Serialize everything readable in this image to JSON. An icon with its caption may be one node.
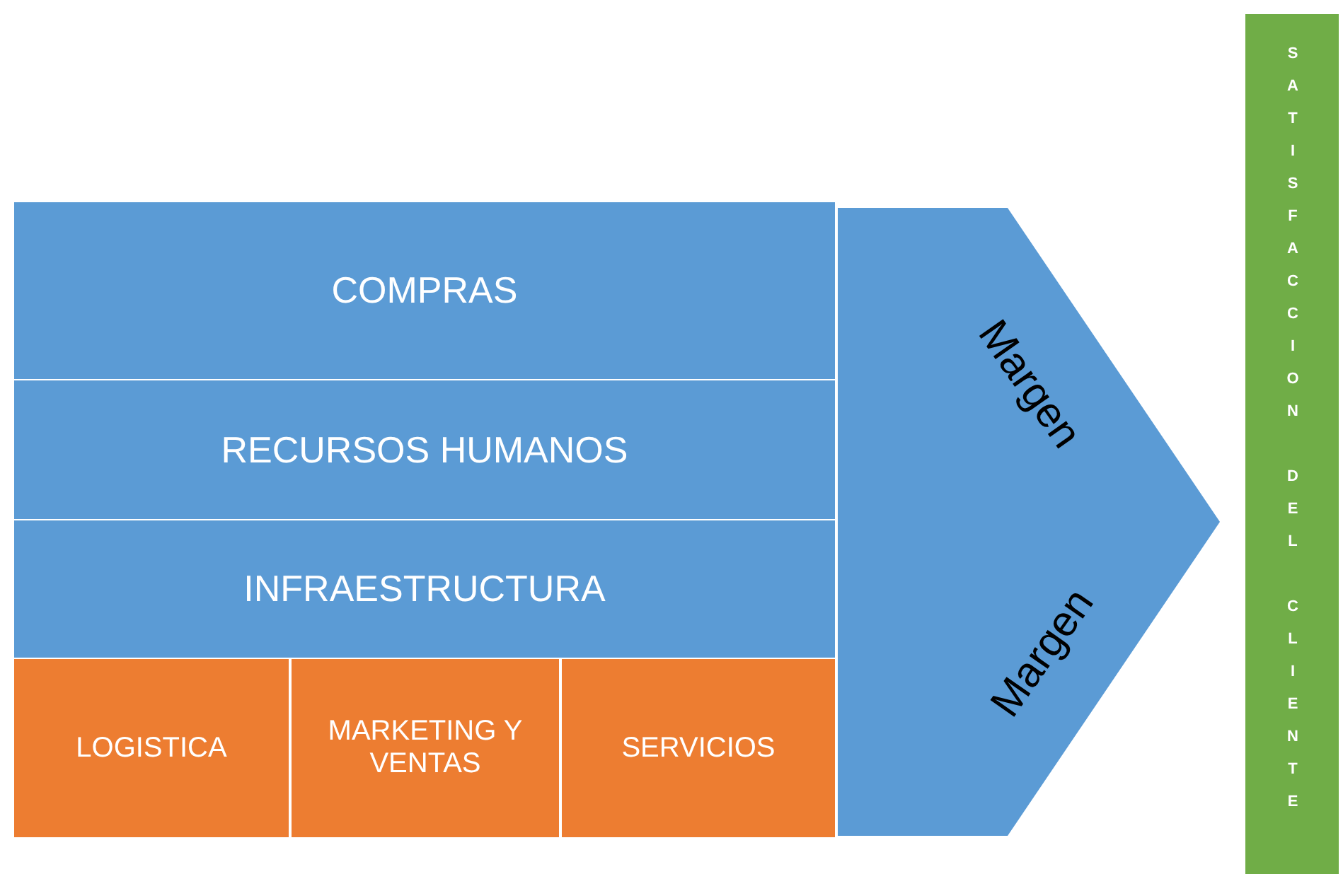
{
  "diagram": {
    "nodes": [
      {
        "text": [
          "COMPRAS"
        ]
      },
      {
        "text": [
          "RECURSOS HUMANOS"
        ]
      },
      {
        "text": [
          "INFRAESTRUCTURA"
        ]
      },
      {
        "text": [
          "LOGISTICA"
        ]
      },
      {
        "text": [
          "MARKETING Y VENTAS"
        ]
      },
      {
        "text": [
          "SERVICIOS"
        ]
      },
      {
        "text": [
          "Margen",
          "Margen"
        ]
      },
      {
        "text": [
          "SATISFACCION DEL CLIENTE"
        ]
      }
    ]
  }
}
